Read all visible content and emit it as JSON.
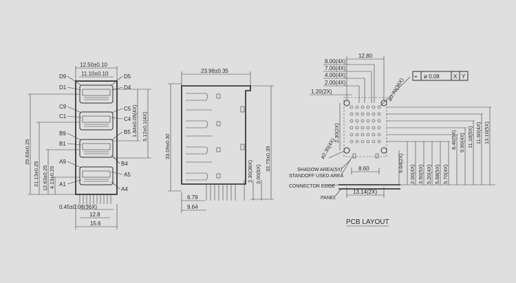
{
  "front_view": {
    "top_dims": [
      "12.50±0.10",
      "11.10±0.10"
    ],
    "pins_left": [
      "D9",
      "D1",
      "C9",
      "C1",
      "B9",
      "B1",
      "A9",
      "A1"
    ],
    "pins_right": [
      "D5",
      "D4",
      "C5",
      "C4",
      "B5",
      "B4",
      "A5",
      "A4"
    ],
    "left_dims": [
      "29.63±0.25",
      "21.13±0.25",
      "12.63±0.25",
      "4.13±0.25"
    ],
    "right_dims": [
      "1.84±0.05(4X)",
      "5.12±0.1(4X)"
    ],
    "bottom_dims": [
      "0.45±0.08(36X)",
      "12.8",
      "15.6"
    ]
  },
  "side_view": {
    "top_dim": "23.98±0.35",
    "left_dim": "33.09±0.30",
    "right_dims": [
      "32.79±0.35",
      "2.30(36X)",
      "3.00(6X)"
    ],
    "bottom_dims": [
      "6.79",
      "9.64"
    ]
  },
  "pcb_layout": {
    "title": "PCB LAYOUT",
    "top_dim": "12.80",
    "left_dims": [
      "8.00(4X)",
      "7.00(4X)",
      "4.00(4X)",
      "2.00(4X)",
      "1.20(2X)"
    ],
    "hole_dim": "ø0.70(36X)",
    "tolerance": {
      "symbol": "⌖",
      "value": "ø 0.08",
      "refs": [
        "X",
        "Y"
      ]
    },
    "vertical_left": [
      "2.30(2X)",
      "ø2.30(4X)"
    ],
    "right_dims": [
      "13.10(5X)",
      "11.60(4X)",
      "11.18(5X)",
      "9.90(4X)",
      "8.40(5X)",
      "5.70(4X)",
      "5.68(5X)",
      "5.20(4X)",
      "3.50(5X)",
      "2.00(4X)",
      "9.64(2X)"
    ],
    "center_dims": [
      "8.60",
      "13.14(2X)"
    ],
    "labels": [
      "SHADOW AREA(5X)",
      "STANDOFF USED AREA",
      "CONNECTOR EDGE",
      "PANEL"
    ]
  }
}
